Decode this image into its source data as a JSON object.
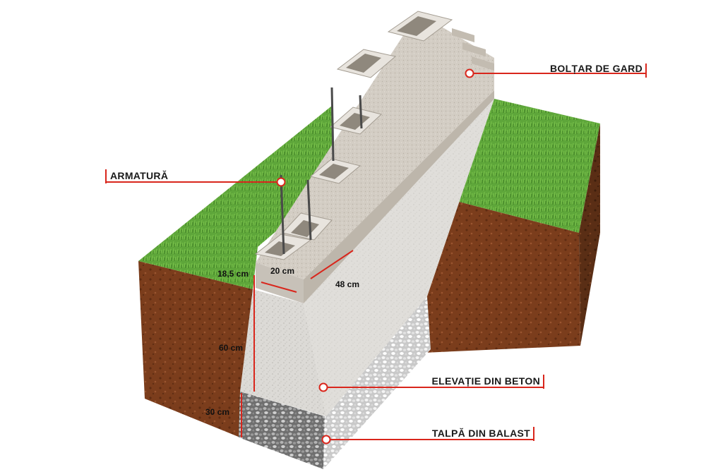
{
  "labels": {
    "boltar": "BOLȚAR DE GARD",
    "armatura": "ARMATURĂ",
    "elevatie": "ELEVAȚIE DIN BETON",
    "talpa": "TALPĂ DIN BALAST"
  },
  "dimensions": {
    "wall_thickness": "18,5 cm",
    "block_width": "20 cm",
    "block_length": "48 cm",
    "elevation_height": "60 cm",
    "footing_height": "30 cm"
  },
  "colors": {
    "callout_line": "#d9261c",
    "grass": "#5fa83a",
    "soil": "#7a3f1e",
    "concrete": "#d8d6d2",
    "block": "#cfc9c0",
    "gravel": "#8c8c8c"
  }
}
